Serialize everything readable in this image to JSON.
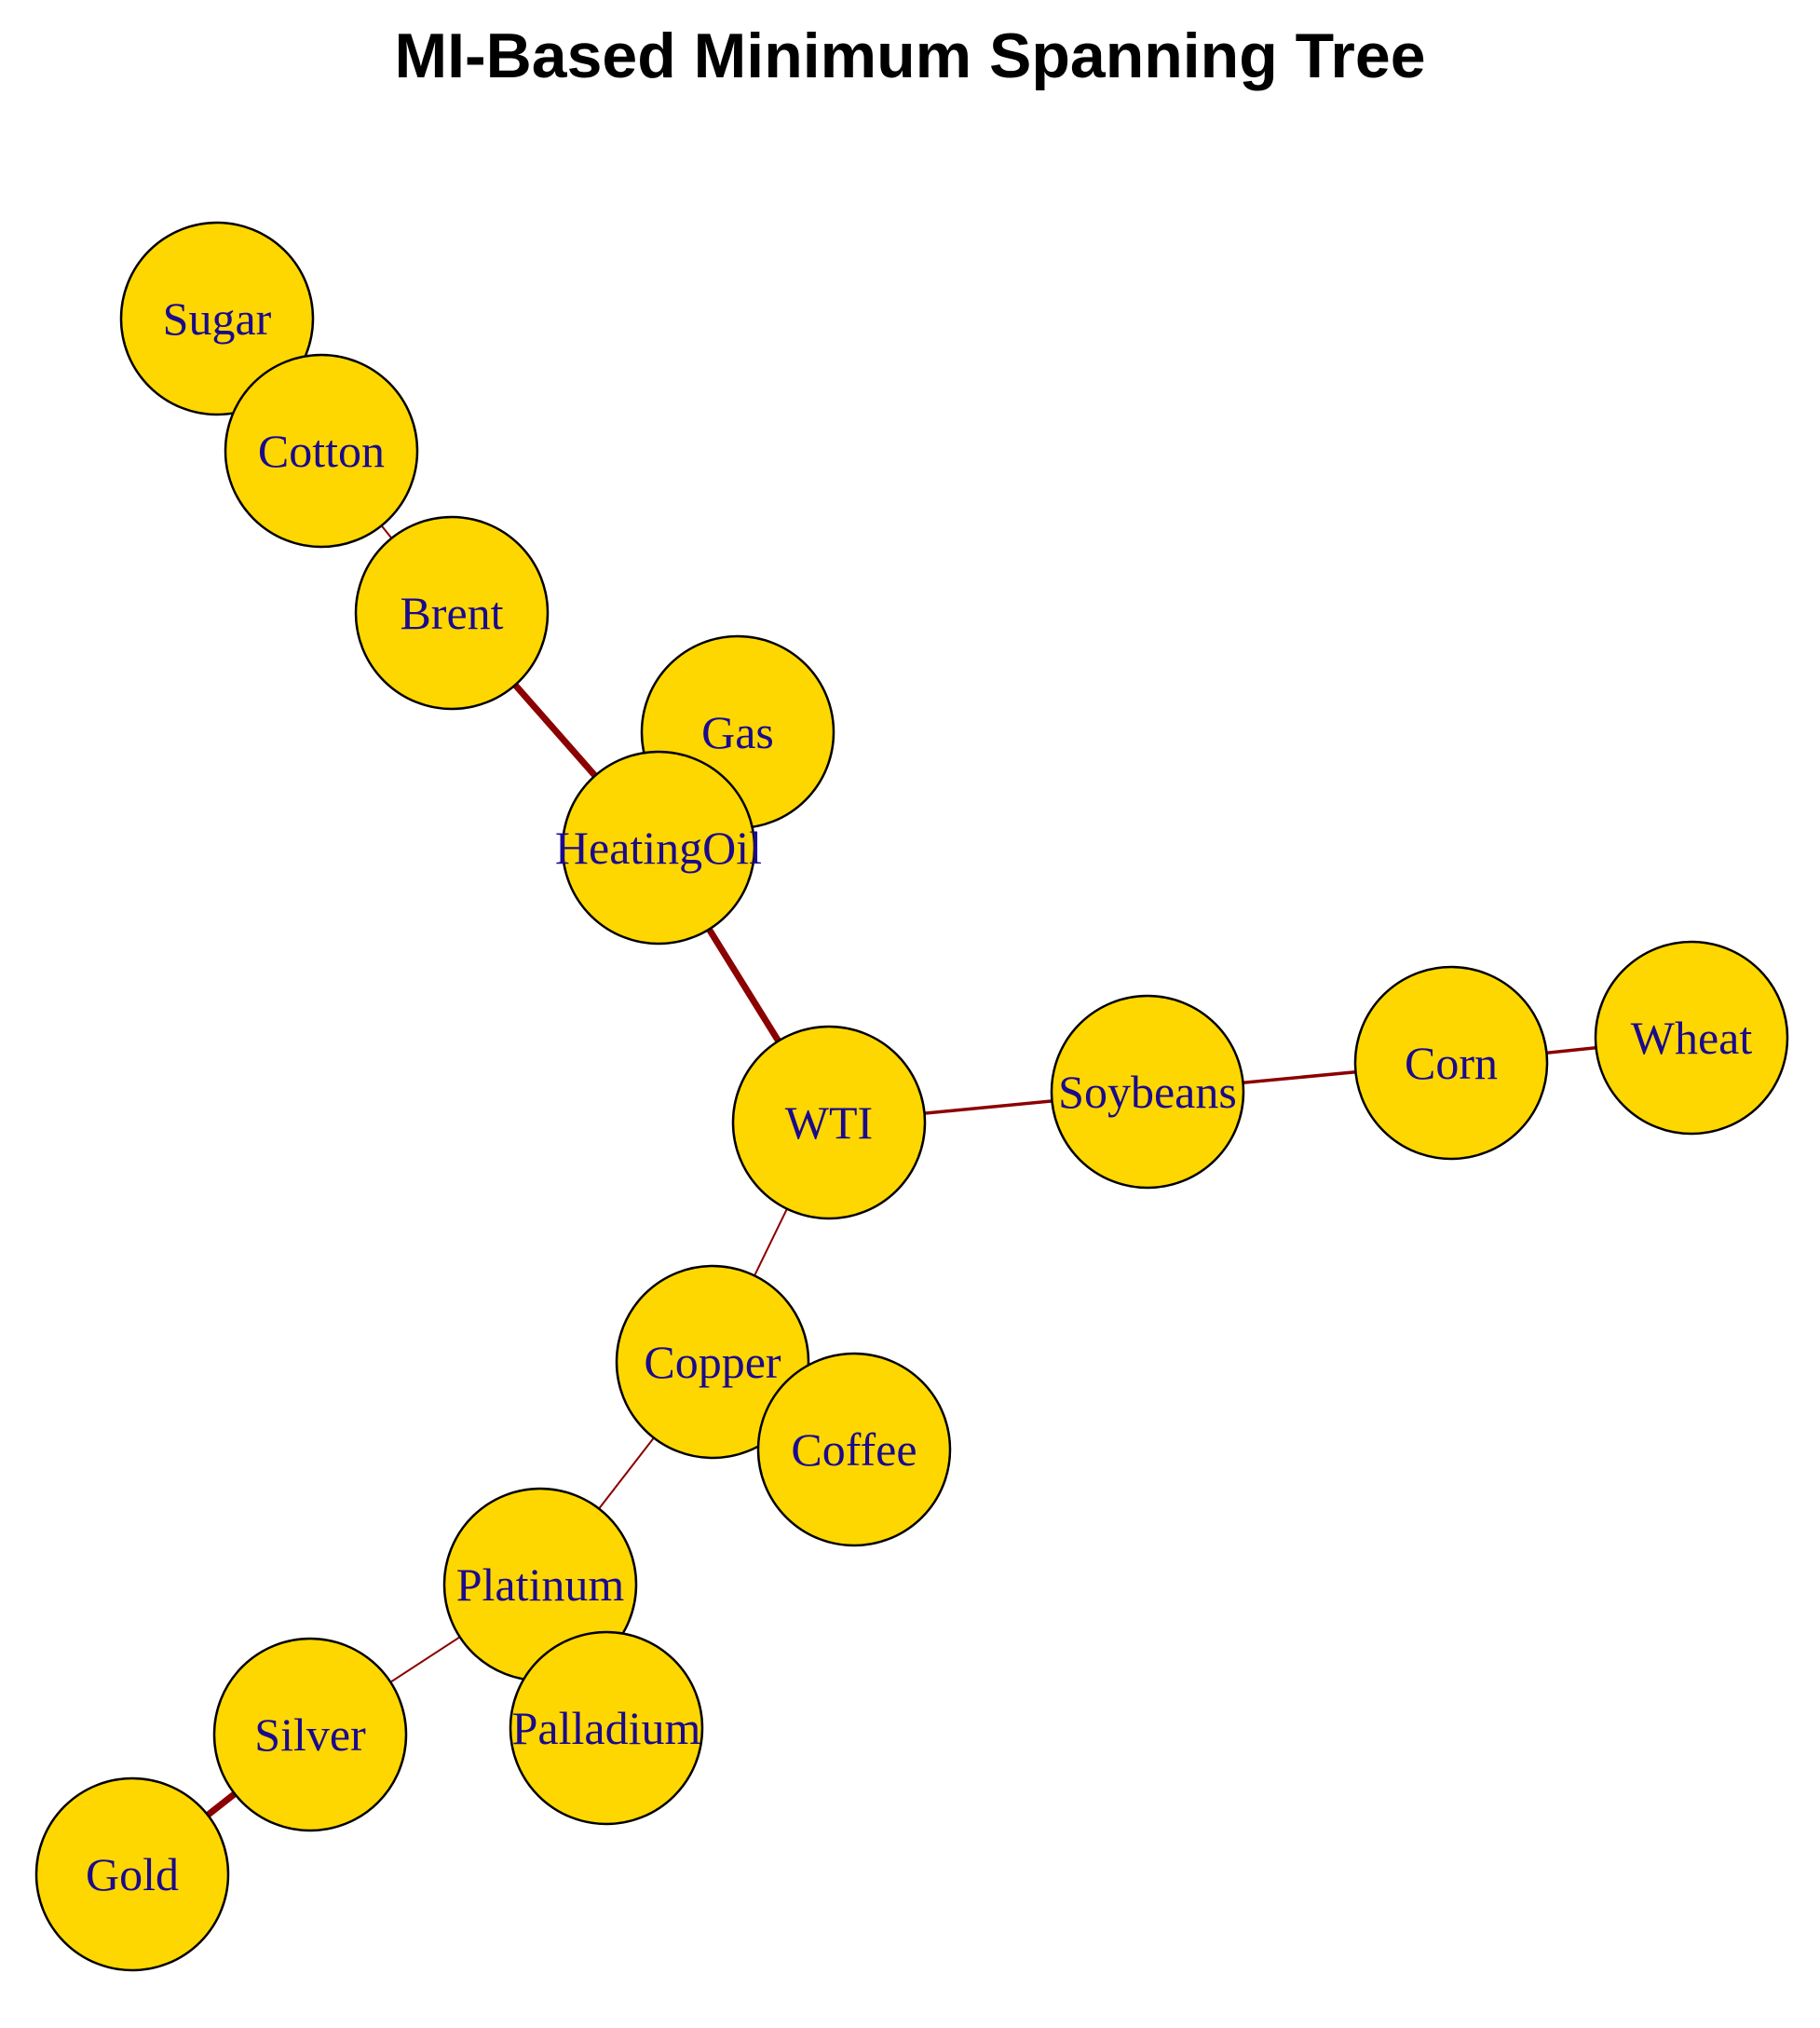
{
  "title": "MI-Based Minimum Spanning Tree",
  "colors": {
    "node_fill": "#FFD700",
    "node_stroke": "#000000",
    "label": "#1A0A8C",
    "edge": "#8B0000"
  },
  "nodes": [
    {
      "id": "Sugar",
      "label": "Sugar"
    },
    {
      "id": "Cotton",
      "label": "Cotton"
    },
    {
      "id": "Brent",
      "label": "Brent"
    },
    {
      "id": "Gas",
      "label": "Gas"
    },
    {
      "id": "HeatingOil",
      "label": "HeatingOil"
    },
    {
      "id": "WTI",
      "label": "WTI"
    },
    {
      "id": "Soybeans",
      "label": "Soybeans"
    },
    {
      "id": "Corn",
      "label": "Corn"
    },
    {
      "id": "Wheat",
      "label": "Wheat"
    },
    {
      "id": "Copper",
      "label": "Copper"
    },
    {
      "id": "Coffee",
      "label": "Coffee"
    },
    {
      "id": "Platinum",
      "label": "Platinum"
    },
    {
      "id": "Palladium",
      "label": "Palladium"
    },
    {
      "id": "Silver",
      "label": "Silver"
    },
    {
      "id": "Gold",
      "label": "Gold"
    }
  ],
  "edges": [
    {
      "source": "Sugar",
      "target": "Cotton",
      "weight": "thin"
    },
    {
      "source": "Cotton",
      "target": "Brent",
      "weight": "thin"
    },
    {
      "source": "Brent",
      "target": "HeatingOil",
      "weight": "thick"
    },
    {
      "source": "Gas",
      "target": "HeatingOil",
      "weight": "thin"
    },
    {
      "source": "HeatingOil",
      "target": "WTI",
      "weight": "thick"
    },
    {
      "source": "WTI",
      "target": "Soybeans",
      "weight": "medium"
    },
    {
      "source": "Soybeans",
      "target": "Corn",
      "weight": "medium"
    },
    {
      "source": "Corn",
      "target": "Wheat",
      "weight": "medium"
    },
    {
      "source": "WTI",
      "target": "Copper",
      "weight": "thin"
    },
    {
      "source": "Copper",
      "target": "Coffee",
      "weight": "thin"
    },
    {
      "source": "Copper",
      "target": "Platinum",
      "weight": "thin"
    },
    {
      "source": "Platinum",
      "target": "Palladium",
      "weight": "thin"
    },
    {
      "source": "Platinum",
      "target": "Silver",
      "weight": "thin"
    },
    {
      "source": "Silver",
      "target": "Gold",
      "weight": "thick"
    }
  ]
}
